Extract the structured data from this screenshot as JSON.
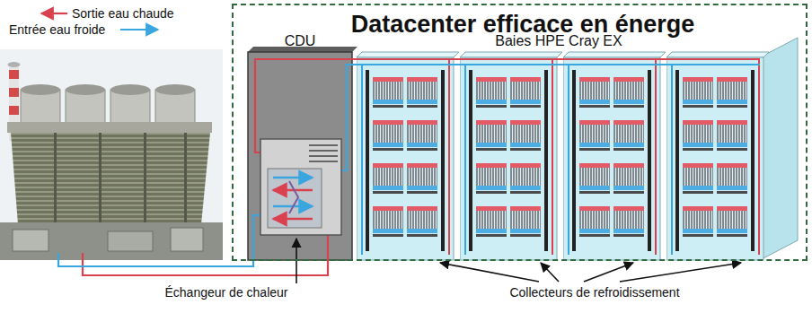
{
  "diagram": {
    "nodes": [
      {
        "text": [
          "Datacenter efficace en énerge"
        ]
      },
      {
        "text": [
          "CDU"
        ],
        "in": 0
      }
    ],
    "labels": [
      "Baies HPE Cray EX",
      "Échangeur de chaleur",
      "Collecteurs de refroidissement"
    ],
    "legend": [
      {
        "text": "Sortie eau chaude"
      },
      {
        "text": "Entrée eau froide"
      }
    ]
  }
}
